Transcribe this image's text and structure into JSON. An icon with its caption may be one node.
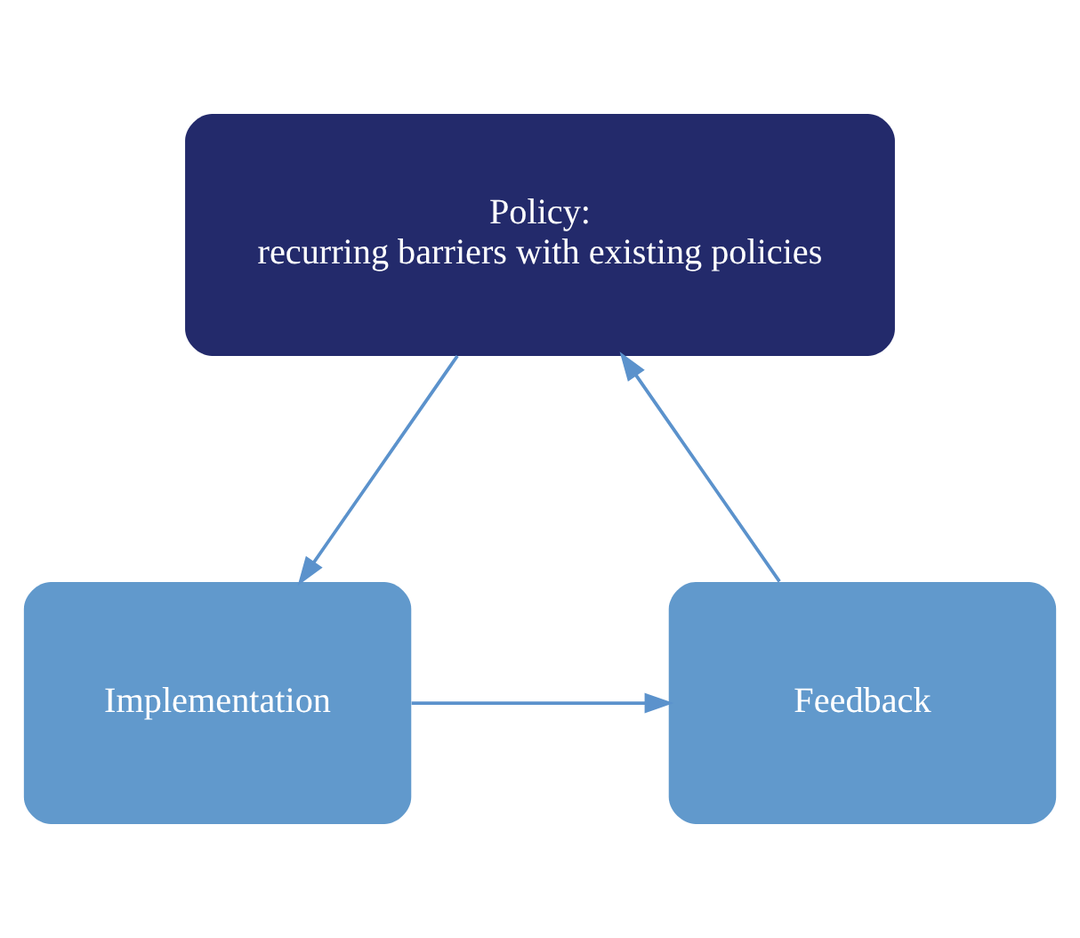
{
  "diagram": {
    "nodes": [
      {
        "text": [
          "Policy:",
          "recurring barriers with existing policies"
        ]
      },
      {
        "text": [
          "Feedback"
        ]
      },
      {
        "text": [
          "Implementation"
        ]
      }
    ],
    "edges": [
      {
        "from": 0,
        "to": 2,
        "arrow": "to"
      },
      {
        "from": 2,
        "to": 1,
        "arrow": "to"
      },
      {
        "from": 1,
        "to": 0,
        "arrow": "to"
      }
    ]
  }
}
